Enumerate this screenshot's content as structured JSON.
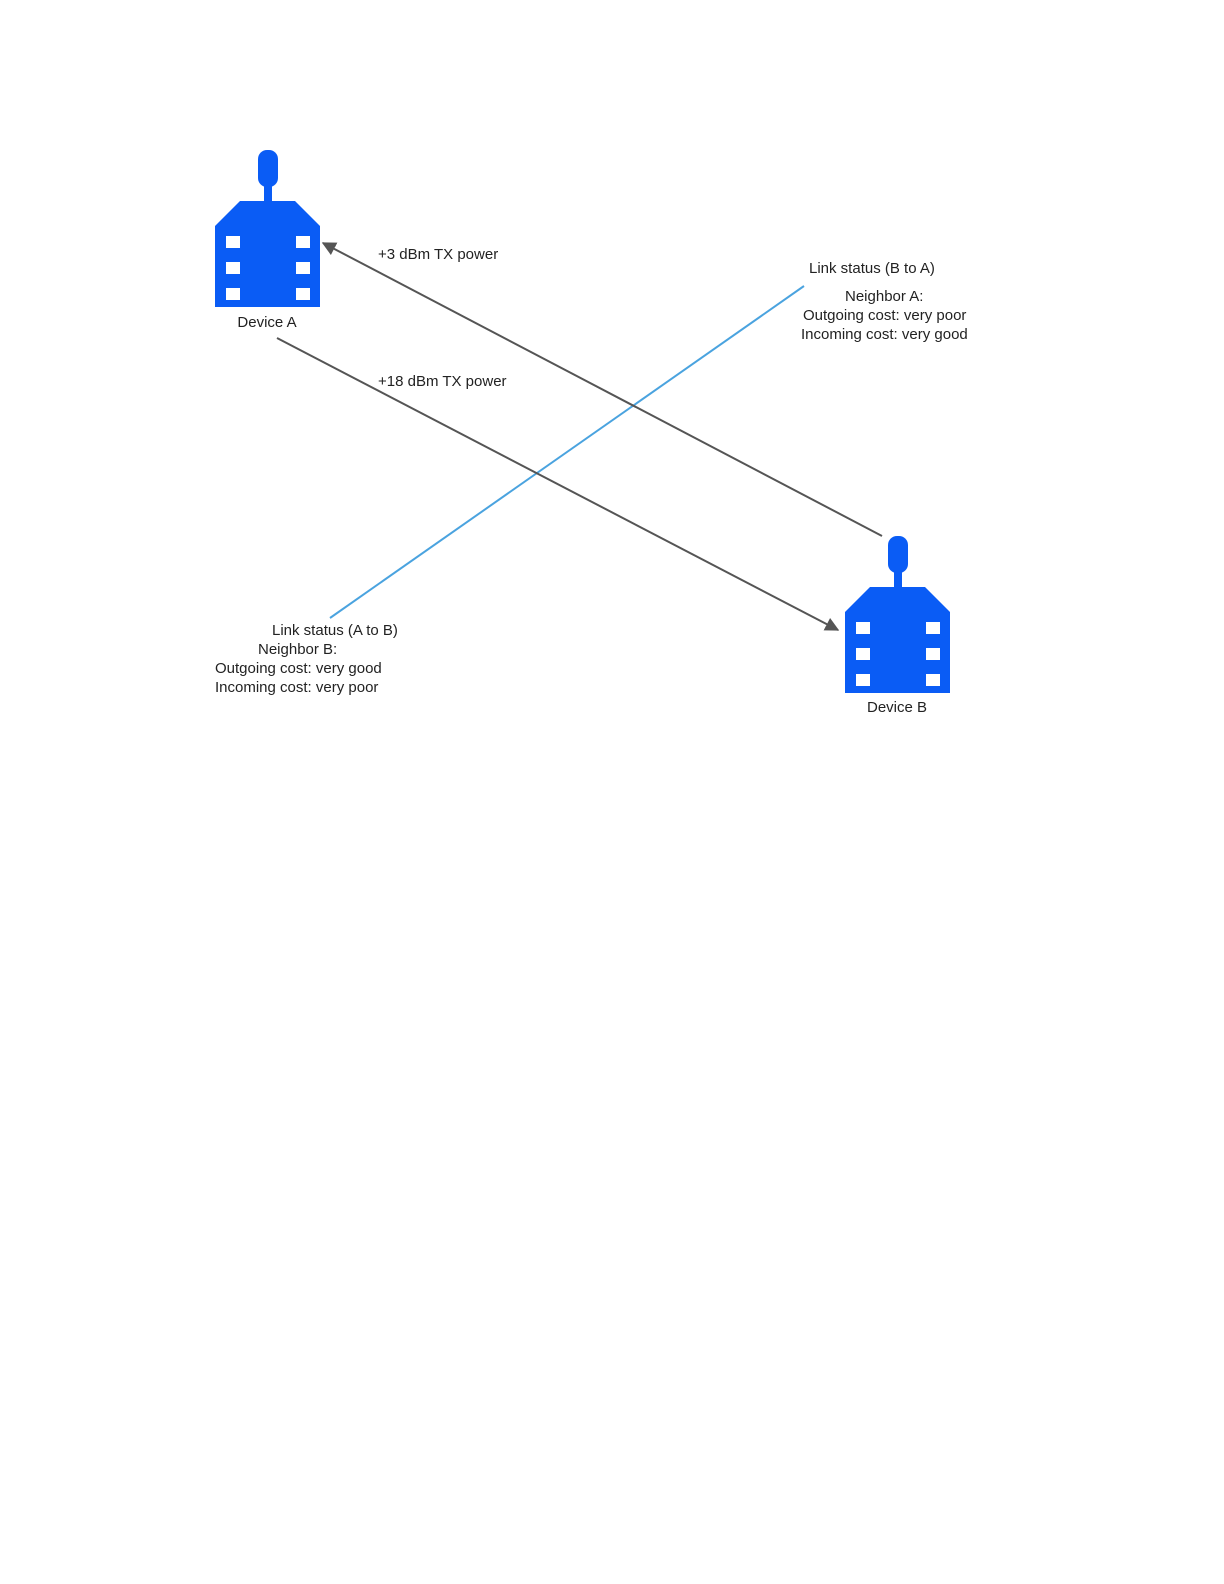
{
  "colors": {
    "device": "#0a5cf5",
    "device_window": "#ffffff",
    "tx_arrow": "#555555",
    "link_line": "#4aa3df",
    "text": "#222222"
  },
  "devices": {
    "a": {
      "label": "Device A",
      "icon": "device-icon"
    },
    "b": {
      "label": "Device B",
      "icon": "device-icon"
    }
  },
  "transmissions": {
    "b_to_a": {
      "label": "+3 dBm TX power"
    },
    "a_to_b": {
      "label": "+18 dBm TX power"
    }
  },
  "link_status": {
    "b_to_a": {
      "title": "Link status (B to A)",
      "neighbor": "Neighbor A:",
      "outgoing": "Outgoing cost: very poor",
      "incoming": "Incoming cost: very good"
    },
    "a_to_b": {
      "title": "Link status (A to B)",
      "neighbor": "Neighbor B:",
      "outgoing": "Outgoing cost: very good",
      "incoming": "Incoming cost: very poor"
    }
  }
}
